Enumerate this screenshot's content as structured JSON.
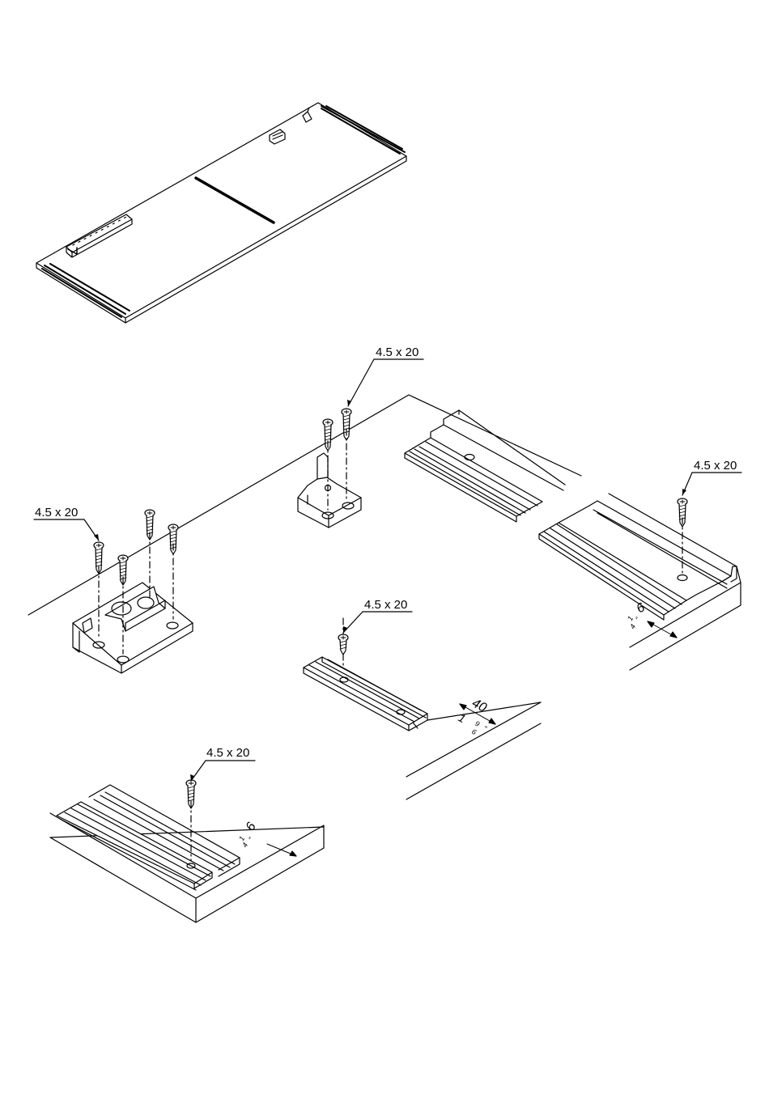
{
  "diagram": {
    "screw_callouts": [
      {
        "id": "top-center",
        "text": "4.5 x 20"
      },
      {
        "id": "right",
        "text": "4.5 x 20"
      },
      {
        "id": "left",
        "text": "4.5 x 20"
      },
      {
        "id": "middle",
        "text": "4.5 x 20"
      },
      {
        "id": "bottom-left",
        "text": "4.5 x 20"
      }
    ],
    "dimensions": {
      "right_offset": {
        "metric": "6",
        "whole": "",
        "numerator": "1",
        "denominator": "4",
        "unit": "\""
      },
      "middle_offset": {
        "metric": "40",
        "whole": "1",
        "numerator": "9",
        "denominator": "6",
        "unit": "\""
      },
      "bottom_offset": {
        "metric": "6",
        "whole": "",
        "numerator": "1",
        "denominator": "4",
        "unit": "\""
      }
    },
    "colors": {
      "line": "#000000",
      "background": "#ffffff"
    }
  }
}
